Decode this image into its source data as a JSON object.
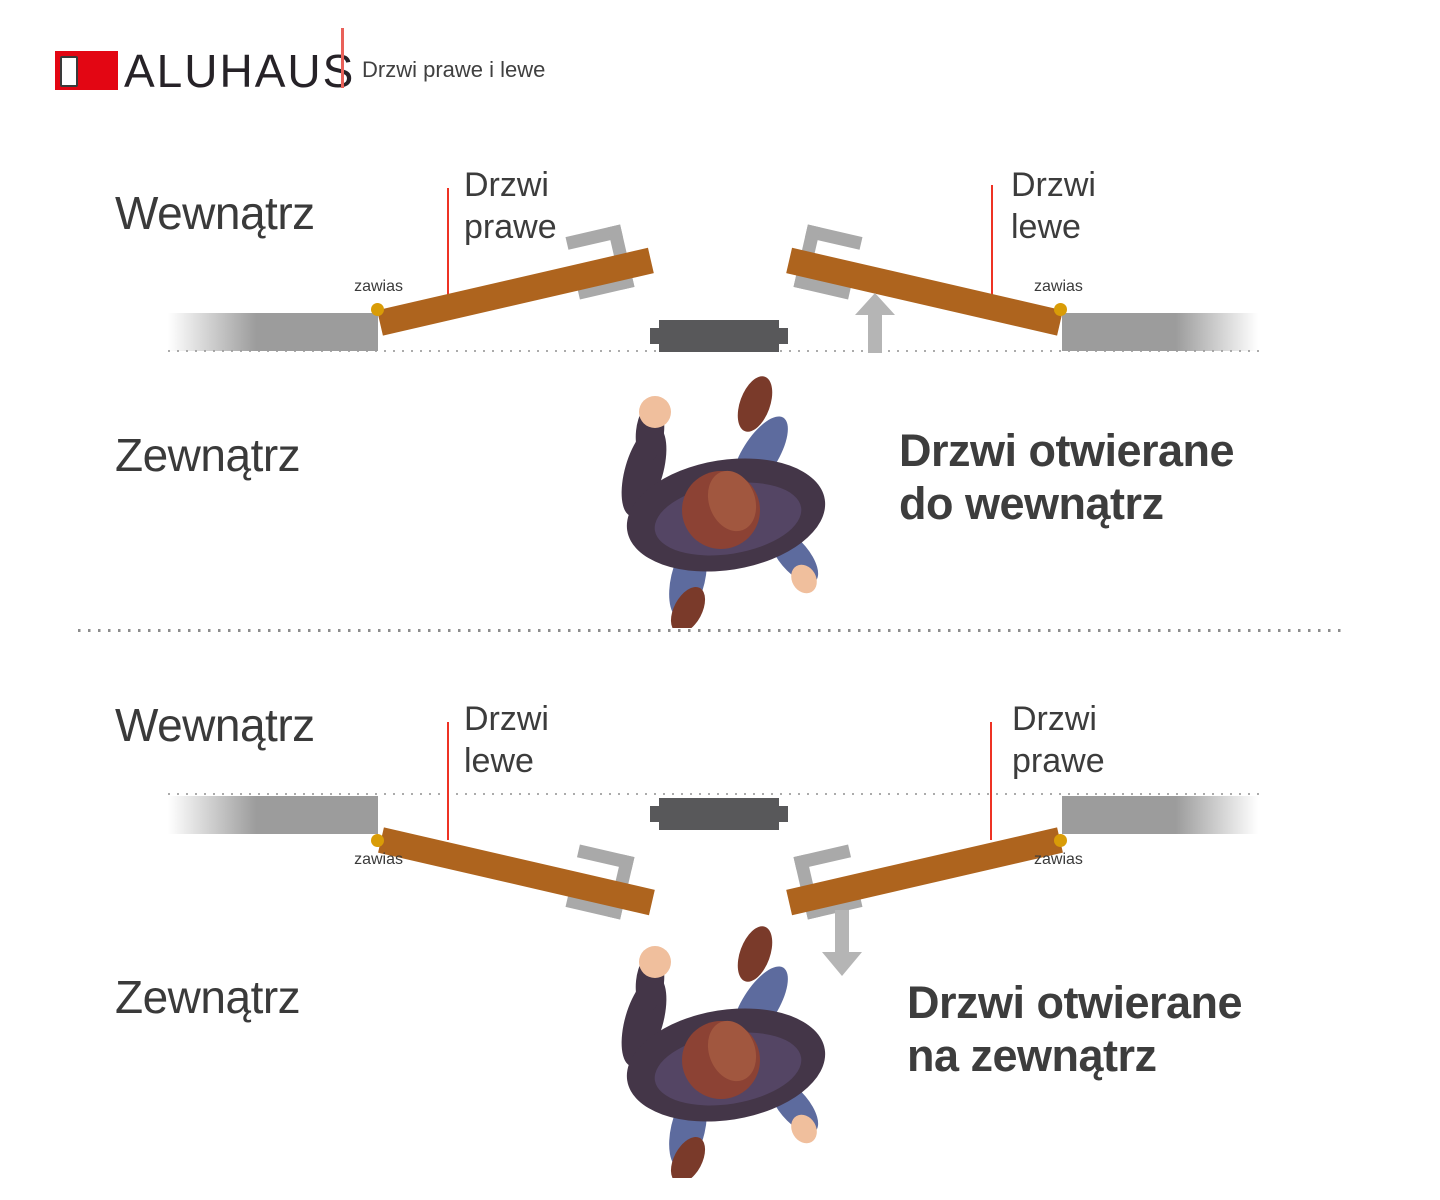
{
  "header": {
    "brand": "ALUHAUS",
    "subtitle": "Drzwi prawe i lewe"
  },
  "top_section": {
    "inside_label": "Wewnątrz",
    "outside_label": "Zewnątrz",
    "left_door": {
      "line1": "Drzwi",
      "line2": "prawe",
      "hinge": "zawias"
    },
    "right_door": {
      "line1": "Drzwi",
      "line2": "lewe",
      "hinge": "zawias"
    },
    "caption": {
      "line1": "Drzwi otwierane",
      "line2": "do wewnątrz"
    }
  },
  "bottom_section": {
    "inside_label": "Wewnątrz",
    "outside_label": "Zewnątrz",
    "left_door": {
      "line1": "Drzwi",
      "line2": "lewe",
      "hinge": "zawias"
    },
    "right_door": {
      "line1": "Drzwi",
      "line2": "prawe",
      "hinge": "zawias"
    },
    "caption": {
      "line1": "Drzwi otwierane",
      "line2": "na zewnątrz"
    }
  },
  "colors": {
    "brand_red": "#e30613",
    "label_line_red": "#ee3224",
    "door_brown": "#ae641e",
    "hinge_gold": "#d99c07",
    "wall_gray": "#9c9c9c",
    "mat_gray": "#58585a",
    "arrow_gray": "#b5b5b5",
    "handle_gray": "#a9a9a9",
    "text_dark": "#3a3a3a"
  }
}
